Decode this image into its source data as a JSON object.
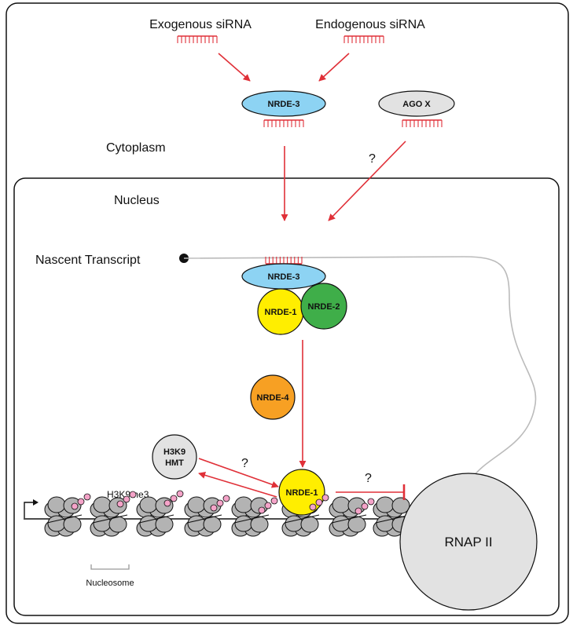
{
  "labels": {
    "exogenous": "Exogenous siRNA",
    "endogenous": "Endogenous siRNA",
    "cytoplasm": "Cytoplasm",
    "nucleus": "Nucleus",
    "nascent": "Nascent Transcript",
    "h3k9me3": "H3K9me3",
    "nucleosome": "Nucleosome",
    "q1": "?",
    "q2": "?",
    "q3": "?"
  },
  "proteins": {
    "nrde3_cyto": "NRDE-3",
    "agox": "AGO X",
    "nrde3_nuc": "NRDE-3",
    "nrde1_top": "NRDE-1",
    "nrde2": "NRDE-2",
    "nrde4": "NRDE-4",
    "hmt_line1": "H3K9",
    "hmt_line2": "HMT",
    "nrde1_chrom": "NRDE-1",
    "rnap": "RNAP II"
  },
  "colors": {
    "arrow": "#e03038",
    "nrde3": "#8dd3f3",
    "nrde1": "#ffee00",
    "nrde2": "#3fae49",
    "nrde4": "#f7a023",
    "grey_protein": "#e2e2e2",
    "nucleosome": "#b3b3b3",
    "methyl": "#f4a3c8"
  }
}
